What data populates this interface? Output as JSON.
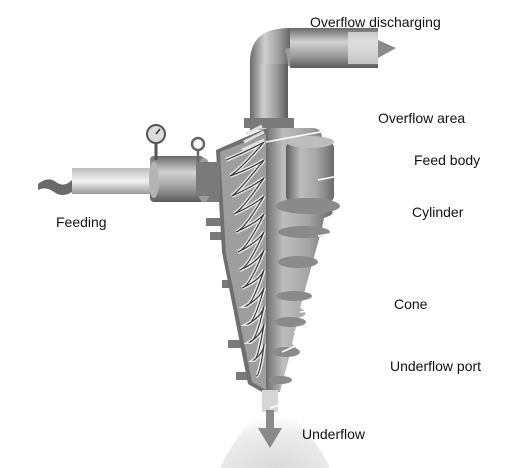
{
  "labels": {
    "overflow_discharging": "Overflow discharging",
    "overflow_area": "Overflow area",
    "feed_body": "Feed body",
    "cylinder": "Cylinder",
    "feeding": "Feeding",
    "cone": "Cone",
    "underflow_port": "Underflow port",
    "underflow": "Underflow"
  },
  "colors": {
    "metal_light": "#c9c9c9",
    "metal_mid": "#9a9a9a",
    "metal_dark": "#5e5e5e",
    "leader_line": "#ffffff",
    "label_text": "#111111"
  }
}
